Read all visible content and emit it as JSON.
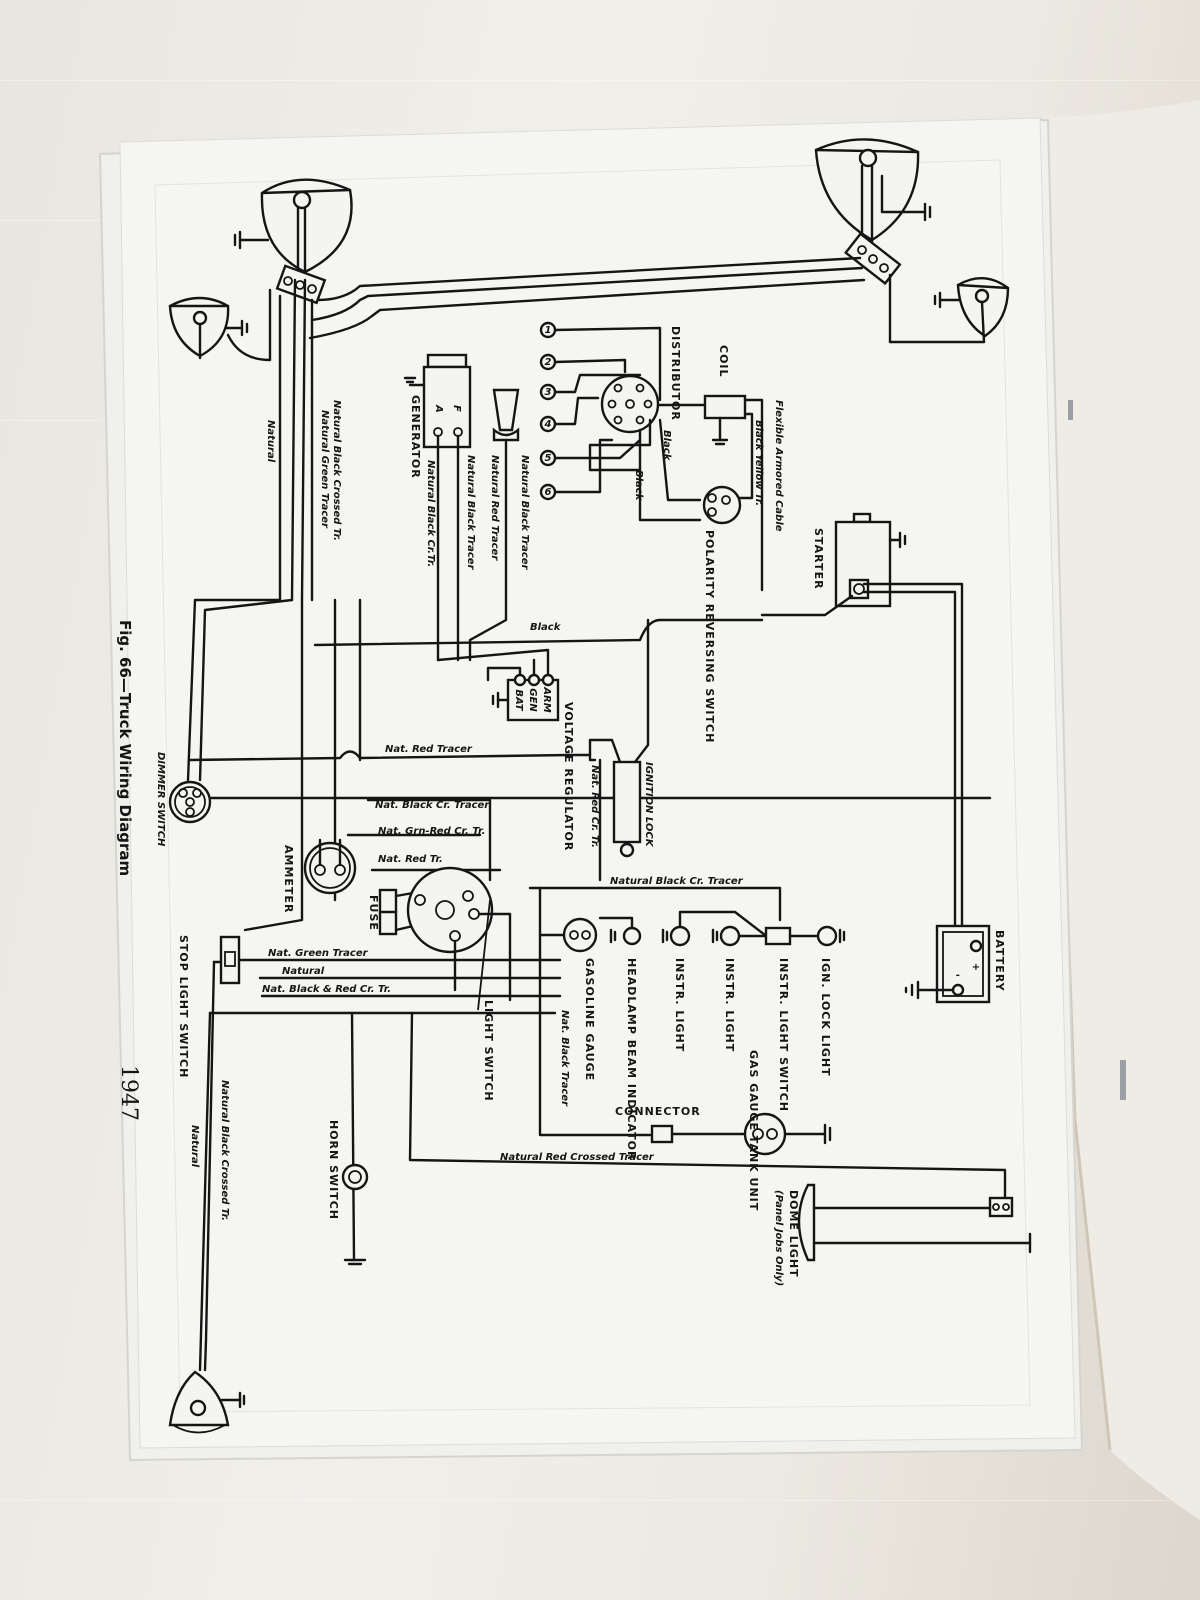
{
  "page": {
    "caption": "Fig. 66—Truck Wiring Diagram",
    "year": "1947"
  },
  "components": {
    "generator": "GENERATOR",
    "generator_terminal_f": "F",
    "generator_terminal_a": "A",
    "distributor": "DISTRIBUTOR",
    "coil": "COIL",
    "polarity_reversing_switch": "POLARITY REVERSING SWITCH",
    "starter": "STARTER",
    "battery": "BATTERY",
    "battery_plus": "+",
    "battery_minus": "-",
    "voltage_regulator": "VOLTAGE REGULATOR",
    "regulator_terminals": [
      "BAT",
      "GEN",
      "ARM"
    ],
    "ignition_lock": "IGNITION LOCK",
    "dimmer_switch": "DIMMER SWITCH",
    "ammeter": "AMMETER",
    "fuse": "FUSE",
    "light_switch": "LIGHT SWITCH",
    "stop_light_switch": "STOP LIGHT SWITCH",
    "horn_switch": "HORN SWITCH",
    "gasoline_gauge": "GASOLINE GAUGE",
    "headlamp_beam_indicator": "HEADLAMP BEAM INDICATOR",
    "instr_light_1": "INSTR. LIGHT",
    "instr_light_2": "INSTR. LIGHT",
    "instr_light_switch": "INSTR. LIGHT SWITCH",
    "ign_lock_light": "IGN. LOCK LIGHT",
    "gas_gauge_tank_unit": "GAS GAUGE TANK UNIT",
    "connector": "CONNECTOR",
    "dome_light": "DOME LIGHT",
    "dome_light_note": "(Panel Jobs Only)",
    "spark_plugs": [
      "1",
      "2",
      "3",
      "4",
      "5",
      "6"
    ]
  },
  "wire_labels": {
    "natural": "Natural",
    "natural_green_tracer": "Natural Green Tracer",
    "natural_black_crossed_tr": "Natural Black Crossed Tr.",
    "natural_black_cr_tr": "Natural Black Cr.Tr.",
    "natural_black_tracer_gen": "Natural Black Tracer",
    "natural_red_tracer": "Natural Red Tracer",
    "natural_black_tracer_horn": "Natural Black Tracer",
    "black_dist_1": "Black",
    "black_dist_2": "Black",
    "black_yellow_tr": "Black Yellow Tr.",
    "flexible_armored_cable": "Flexible Armored Cable",
    "black_main": "Black",
    "nat_red_tracer": "Nat. Red Tracer",
    "nat_black_cr_tracer": "Nat. Black Cr. Tracer",
    "nat_grn_red_cr_tr": "Nat. Grn-Red Cr. Tr.",
    "nat_red_tr": "Nat. Red Tr.",
    "nat_red_cr_tr": "Nat. Red Cr. Tr.",
    "natural_black_cr_tracer": "Natural Black Cr. Tracer",
    "nat_green_tracer": "Nat. Green Tracer",
    "natural_2": "Natural",
    "nat_black_red_cr_tr": "Nat. Black & Red Cr. Tr.",
    "nat_black_tracer_gauge": "Nat. Black Tracer",
    "natural_red_crossed_tracer": "Natural Red Crossed Tracer",
    "natural_black_crossed_tr_2": "Natural Black Crossed Tr.",
    "natural_tail": "Natural"
  }
}
